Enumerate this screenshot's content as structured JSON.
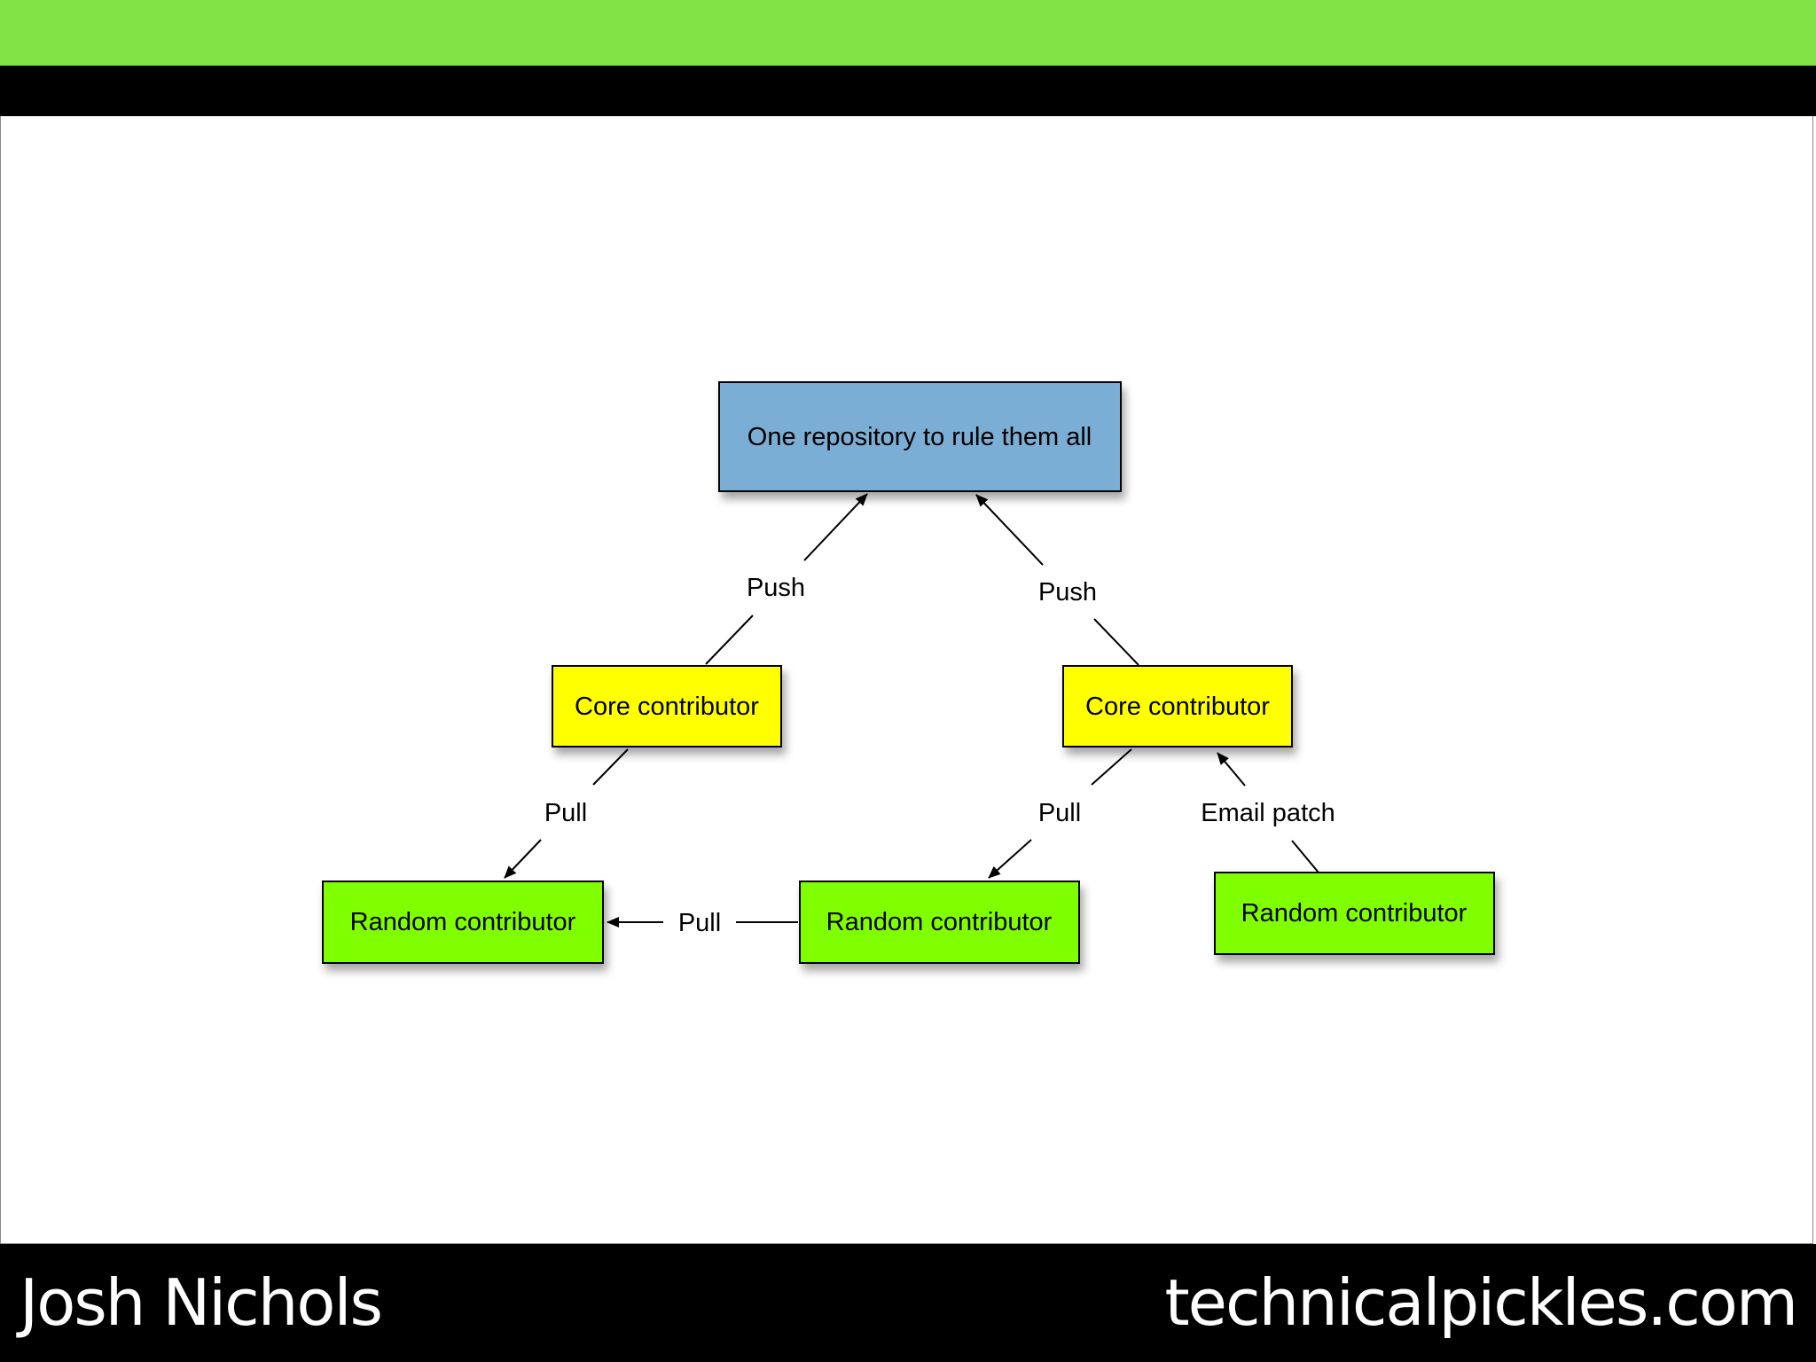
{
  "nodes": {
    "repo": {
      "label": "One repository to rule them all",
      "color": "#7aaed4"
    },
    "core_left": {
      "label": "Core contributor",
      "color": "#ffff00"
    },
    "core_right": {
      "label": "Core contributor",
      "color": "#ffff00"
    },
    "random_left": {
      "label": "Random contributor",
      "color": "#80ff00"
    },
    "random_middle": {
      "label": "Random contributor",
      "color": "#80ff00"
    },
    "random_right": {
      "label": "Random contributor",
      "color": "#80ff00"
    }
  },
  "edges": {
    "push_left": {
      "label": "Push",
      "from": "Core contributor",
      "to": "One repository to rule them all"
    },
    "push_right": {
      "label": "Push",
      "from": "Core contributor",
      "to": "One repository to rule them all"
    },
    "pull_left": {
      "label": "Pull",
      "from": "Core contributor",
      "to": "Random contributor"
    },
    "pull_right": {
      "label": "Pull",
      "from": "Core contributor",
      "to": "Random contributor"
    },
    "pull_bottom": {
      "label": "Pull",
      "from": "Random contributor",
      "to": "Random contributor"
    },
    "email_patch": {
      "label": "Email patch",
      "from": "Random contributor",
      "to": "Core contributor"
    }
  },
  "footer": {
    "author": "Josh Nichols",
    "site": "technicalpickles.com"
  },
  "colors": {
    "header_bar": "#82e444",
    "dark_bar": "#000000",
    "footer_text": "#ffffff"
  }
}
